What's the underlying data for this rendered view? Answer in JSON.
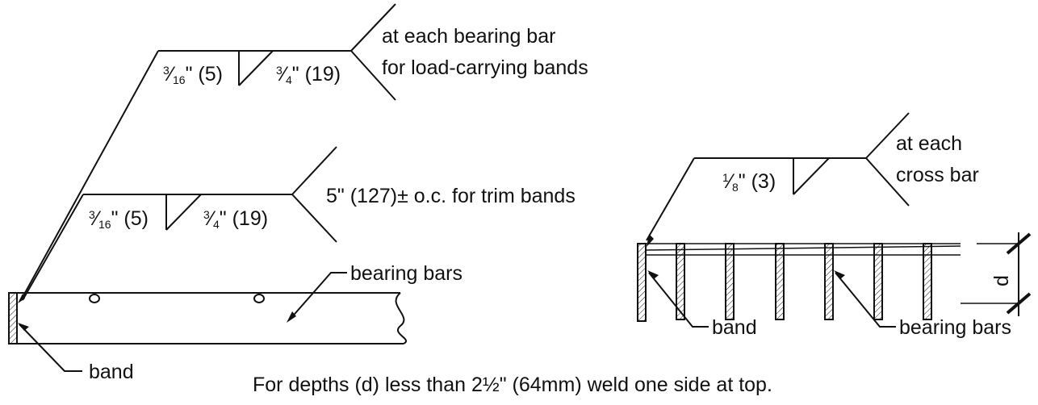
{
  "left_detail": {
    "top_weld": {
      "frac_num": "3",
      "frac_den": "16",
      "left_rest": "\" (5)",
      "right_num": "3",
      "right_den": "4",
      "right_rest": "\" (19)",
      "note_line1": "at each bearing bar",
      "note_line2": "for load-carrying bands"
    },
    "mid_weld": {
      "frac_num": "3",
      "frac_den": "16",
      "left_rest": "\" (5)",
      "right_num": "3",
      "right_den": "4",
      "right_rest": "\" (19)",
      "note": "5\" (127)± o.c. for trim bands"
    },
    "label_bearing_bars": "bearing bars",
    "label_band": "band"
  },
  "right_detail": {
    "weld": {
      "frac_num": "1",
      "frac_den": "8",
      "rest": "\" (3)",
      "note_line1": "at each",
      "note_line2": "cross bar"
    },
    "label_band": "band",
    "label_bearing_bars": "bearing bars",
    "dimension_label": "d"
  },
  "footer_note": "For depths (d) less than 2½\" (64mm) weld one side at top."
}
